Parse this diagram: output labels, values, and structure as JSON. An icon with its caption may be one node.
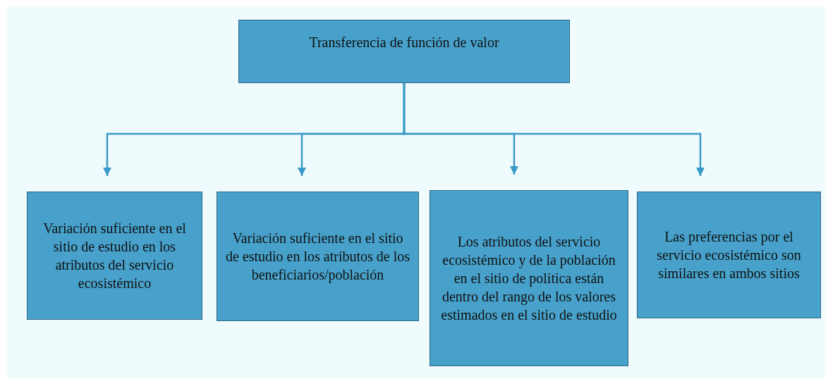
{
  "diagram": {
    "nodes": [
      {
        "text": [
          "Transferencia de función de valor"
        ]
      },
      {
        "text": [
          "Variación suficiente en el sitio de estudio en los atributos del servicio ecosistémico"
        ]
      },
      {
        "text": [
          "Variación suficiente en el sitio de estudio en los atributos de los beneficiarios/población"
        ]
      },
      {
        "text": [
          "Los atributos del servicio ecosistémico y de la población en el sitio de política están dentro del rango de los valores estimados en el sitio de estudio"
        ]
      },
      {
        "text": [
          "Las preferencias por el servicio ecosistémico son similares en ambos sitios"
        ]
      }
    ],
    "edges": [
      {
        "from": 0,
        "to": 1,
        "arrow": "to"
      },
      {
        "from": 0,
        "to": 2,
        "arrow": "to"
      },
      {
        "from": 0,
        "to": 3,
        "arrow": "to"
      },
      {
        "from": 0,
        "to": 4,
        "arrow": "to"
      }
    ]
  }
}
